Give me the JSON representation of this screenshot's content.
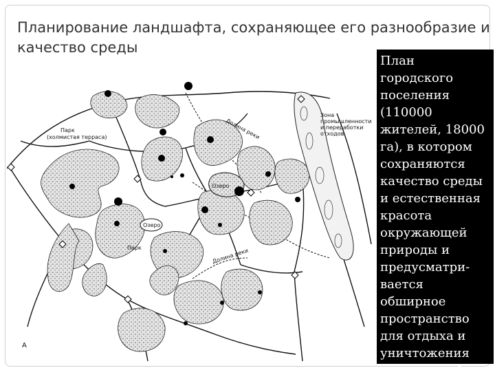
{
  "slide": {
    "title": "Планирование ландшафта, сохраняющее его разнообразие и качество среды",
    "caption": "План городского\nпоселения\n(110000\nжителей, 18000\nга), в котором\nсохраняются\nкачество среды\nи естественная\nкрасота\nокружающей\nприроды и\nпредусматри-\nвается\nобширное\nпространство\nдля отдыха и\nуничтожения\nзагрязнений"
  },
  "map": {
    "labels": {
      "park_hill": "Парк",
      "park_hill_sub": "(холмистая терраса)",
      "valley_top": "Долина реки",
      "zone_1": "Зона",
      "zone_2": "промышленности",
      "zone_3": "и переработки",
      "zone_4": "отходов",
      "lake_small": "Озеро",
      "lake_center": "Озеро",
      "park_low": "Парк",
      "valley_bottom": "Долина реки",
      "corner_letter": "А"
    }
  }
}
